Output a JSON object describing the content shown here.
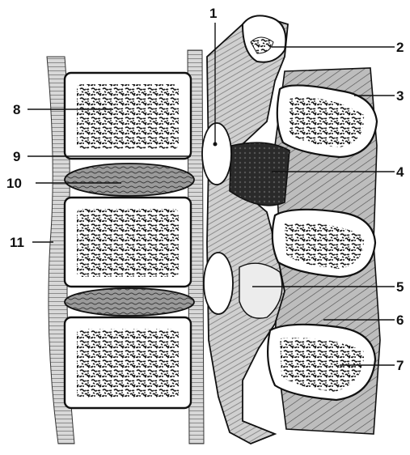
{
  "figure": {
    "labels": [
      {
        "id": "1",
        "text": "1"
      },
      {
        "id": "2",
        "text": "2"
      },
      {
        "id": "3",
        "text": "3"
      },
      {
        "id": "4",
        "text": "4"
      },
      {
        "id": "5",
        "text": "5"
      },
      {
        "id": "6",
        "text": "6"
      },
      {
        "id": "7",
        "text": "7"
      },
      {
        "id": "8",
        "text": "8"
      },
      {
        "id": "9",
        "text": "9"
      },
      {
        "id": "10",
        "text": "10"
      },
      {
        "id": "11",
        "text": "11"
      }
    ]
  }
}
